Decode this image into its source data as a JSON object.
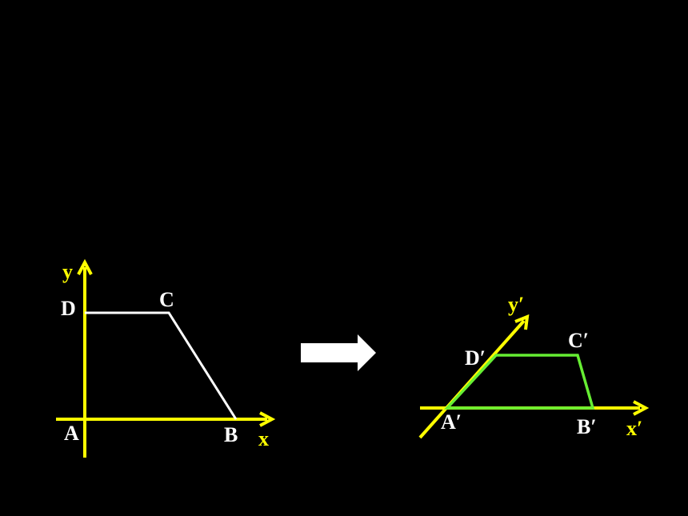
{
  "colors": {
    "background": "#000000",
    "axis": "#ffff00",
    "original_shape": "#ffffff",
    "transformed_shape": "#66ee33",
    "arrow": "#ffffff",
    "point_label": "#ffffff"
  },
  "left_figure": {
    "axis_x_label": "x",
    "axis_y_label": "y",
    "points": {
      "A": "A",
      "B": "B",
      "C": "C",
      "D": "D"
    }
  },
  "right_figure": {
    "axis_x_label": "x′",
    "axis_y_label": "y′",
    "points": {
      "A": "A′",
      "B": "B′",
      "C": "C′",
      "D": "D′"
    }
  },
  "icons": {
    "transform_arrow": "right-arrow-icon"
  }
}
